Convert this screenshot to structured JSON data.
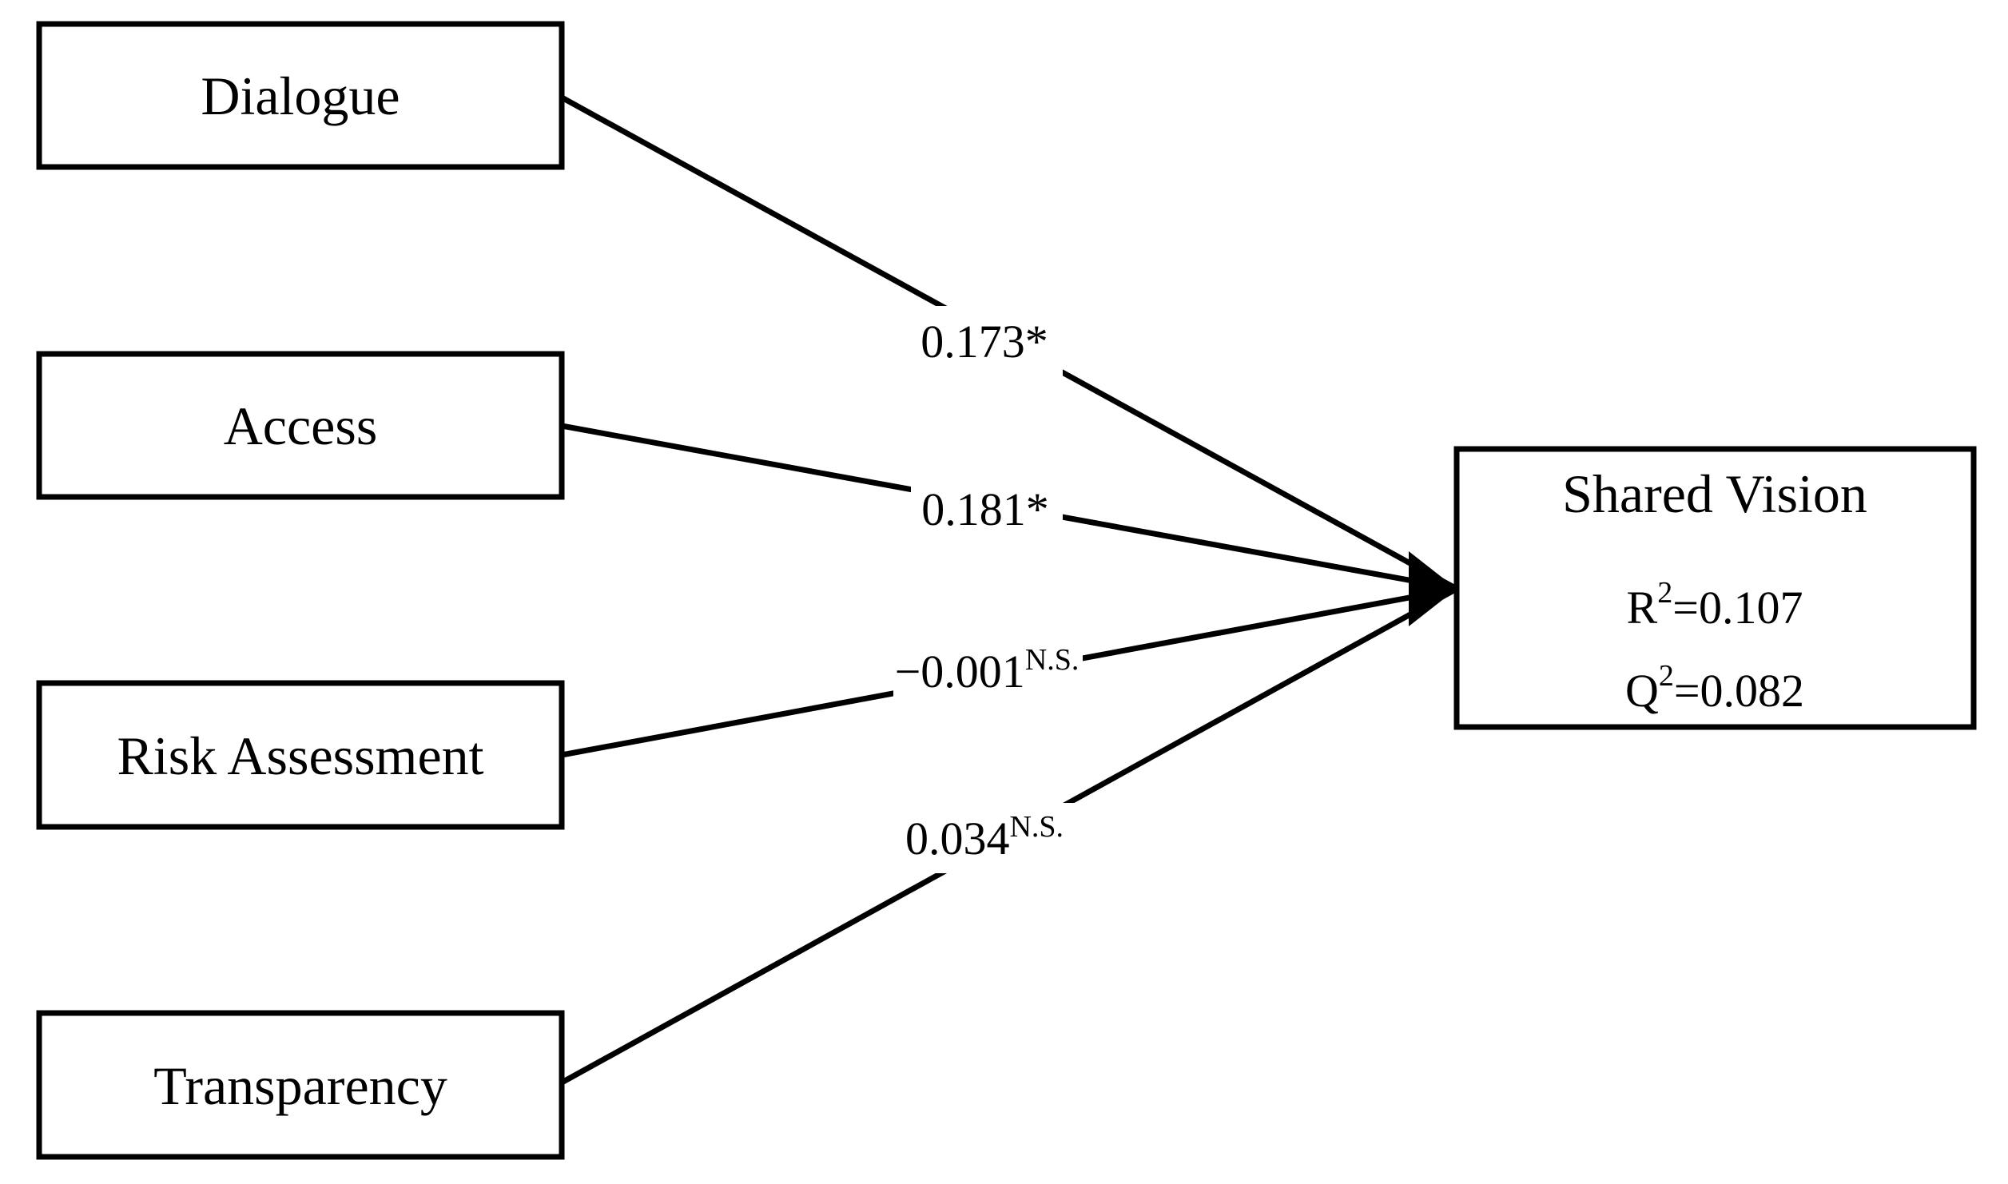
{
  "diagram": {
    "predictors": [
      {
        "label": "Dialogue"
      },
      {
        "label": "Access"
      },
      {
        "label": "Risk Assessment"
      },
      {
        "label": "Transparency"
      }
    ],
    "outcome": {
      "label": "Shared Vision",
      "r2": {
        "base": "R",
        "sup": "2",
        "value": "=0.107"
      },
      "q2": {
        "base": "Q",
        "sup": "2",
        "value": "=0.082"
      }
    },
    "paths": [
      {
        "from": "Dialogue",
        "to": "Shared Vision",
        "coefficient": "0.173",
        "significance": "*"
      },
      {
        "from": "Access",
        "to": "Shared Vision",
        "coefficient": "0.181",
        "significance": "*"
      },
      {
        "from": "Risk Assessment",
        "to": "Shared Vision",
        "coefficient": "−0.001",
        "significance": "N.S."
      },
      {
        "from": "Transparency",
        "to": "Shared Vision",
        "coefficient": "0.034",
        "significance": "N.S."
      }
    ],
    "colors": {
      "line": "#000000",
      "box_border": "#000000",
      "text": "#000000",
      "background": "#ffffff"
    }
  }
}
